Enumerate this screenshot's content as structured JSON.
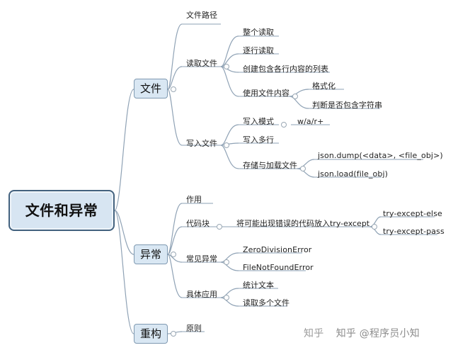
{
  "diagram": {
    "root": "文件和异常",
    "branches": {
      "file": {
        "label": "文件",
        "path": "文件路径",
        "read": {
          "label": "读取文件",
          "whole": "整个读取",
          "line": "逐行读取",
          "list": "创建包含各行内容的列表",
          "use": {
            "label": "使用文件内容",
            "format": "格式化",
            "contains": "判断是否包含字符串"
          }
        },
        "write": {
          "label": "写入文件",
          "mode": "写入模式",
          "mode_value": "w/a/r+",
          "multi": "写入多行",
          "json": {
            "label": "存储与加载文件",
            "dump": "json.dump(<data>, <file_obj>)",
            "load": "json.load(file_obj)"
          }
        }
      },
      "except": {
        "label": "异常",
        "role": "作用",
        "block": {
          "label": "代码块",
          "desc": "将可能出现错误的代码放入try-except",
          "else": "try-except-else",
          "pass": "try-except-pass"
        },
        "common": {
          "label": "常见异常",
          "zero": "ZeroDivisionError",
          "notfound": "FileNotFoundError"
        },
        "apply": {
          "label": "具体应用",
          "stats": "统计文本",
          "multi": "读取多个文件"
        }
      },
      "refactor": {
        "label": "重构",
        "principle": "原则"
      }
    }
  },
  "watermark": {
    "left": "知乎",
    "right": "知乎 @程序员小知"
  }
}
